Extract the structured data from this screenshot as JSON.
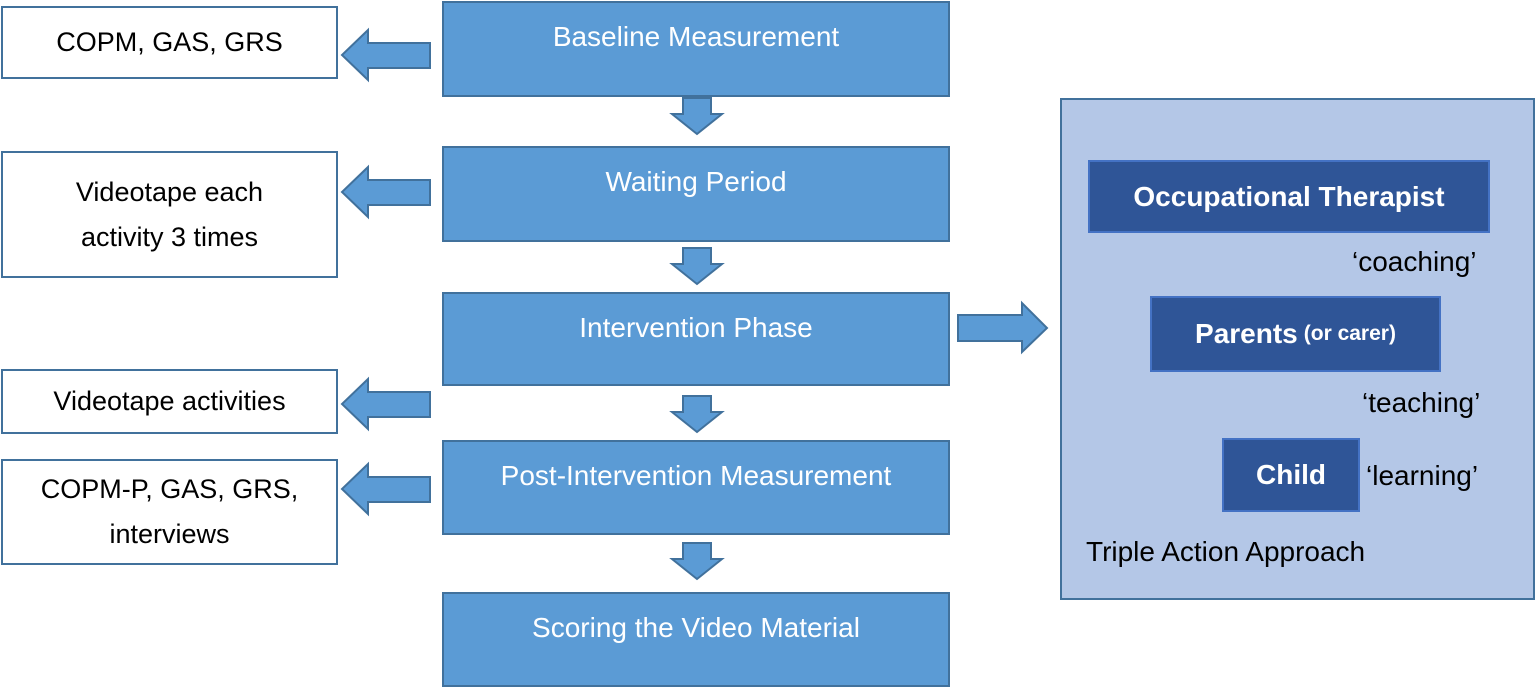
{
  "steps": [
    {
      "label": "Baseline Measurement"
    },
    {
      "label": "Waiting Period"
    },
    {
      "label": "Intervention Phase"
    },
    {
      "label": "Post-Intervention Measurement"
    },
    {
      "label": "Scoring the Video Material"
    }
  ],
  "notes": [
    {
      "lines": [
        "COPM, GAS, GRS"
      ]
    },
    {
      "lines": [
        "Videotape each",
        "activity 3 times"
      ]
    },
    {
      "lines": [
        "Videotape activities"
      ]
    },
    {
      "lines": [
        "COPM-P, GAS, GRS,",
        "interviews"
      ]
    }
  ],
  "approach": {
    "title": "Triple Action Approach",
    "roles": [
      {
        "label": "Occupational Therapist",
        "qualifier": ""
      },
      {
        "label": "Parents",
        "qualifier": "(or carer)"
      },
      {
        "label": "Child",
        "qualifier": ""
      }
    ],
    "verbs": [
      "‘coaching’",
      "‘teaching’",
      "‘learning’"
    ]
  },
  "colors": {
    "step_fill": "#5b9bd5",
    "step_border": "#41719c",
    "panel_fill": "#b4c7e7",
    "role_fill": "#2f5597"
  }
}
